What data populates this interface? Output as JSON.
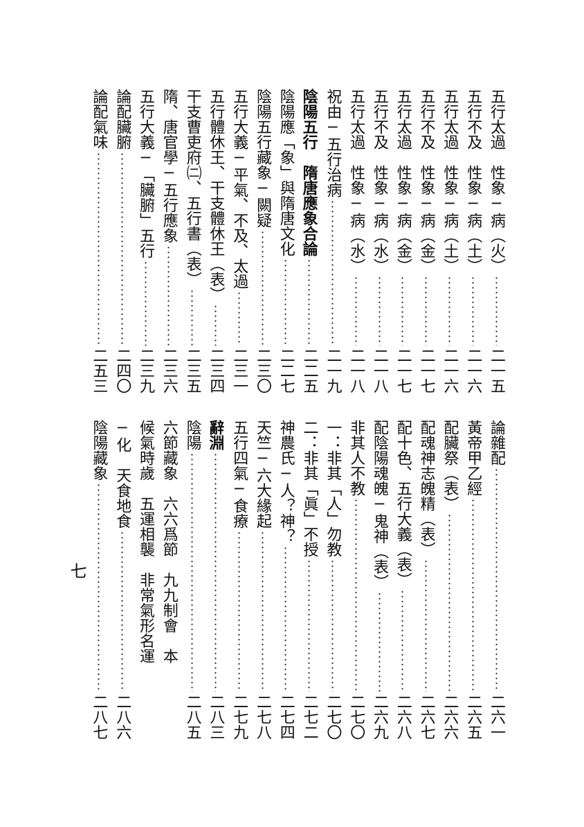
{
  "page_number": "七",
  "upper": [
    {
      "title": "五行太過　性象─病（火）",
      "page": "二一五"
    },
    {
      "title": "五行不及　性象─病（土）",
      "page": "二一六"
    },
    {
      "title": "五行太過　性象─病（土）",
      "page": "二一六"
    },
    {
      "title": "五行不及　性象─病（金）",
      "page": "二一七"
    },
    {
      "title": "五行太過　性象─病（金）",
      "page": "二一七"
    },
    {
      "title": "五行不及　性象─病（水）",
      "page": "二一八"
    },
    {
      "title": "五行太過　性象─病（水）",
      "page": "二一八"
    },
    {
      "title": "祝由─五行治病",
      "page": "二一九"
    },
    {
      "title": "陰陽五行　隋唐應象合論",
      "page": "二二五",
      "bold": true
    },
    {
      "title": "陰陽應「象」與隋唐文化",
      "page": "二二七"
    },
    {
      "title": "陰陽五行藏象─闕疑",
      "page": "二三〇"
    },
    {
      "title": "五行大義─平氣、不及、太過",
      "page": "二三一"
    },
    {
      "title": "五行體休王、干支體休王（表）",
      "page": "二三四"
    },
    {
      "title": "干支曹吏府㈡、五行書（表）",
      "page": "二三五"
    },
    {
      "title": "隋、唐官學─五行應象",
      "page": "二三六"
    },
    {
      "title": "五行大義─「臟腑」五行",
      "page": "二三九"
    },
    {
      "title": "論配臟腑",
      "page": "二四〇"
    },
    {
      "title": "論配氣味",
      "page": "二五三"
    }
  ],
  "lower": [
    {
      "title": "論雜配",
      "page": "二六一"
    },
    {
      "title": "黃帝甲乙經",
      "page": "二六五"
    },
    {
      "title": "配臟祭（表）",
      "page": "二六六"
    },
    {
      "title": "配魂神志魄精（表）",
      "page": "二六七"
    },
    {
      "title": "配十色、五行大義（表）",
      "page": "二六八"
    },
    {
      "title": "配陰陽魂魄─鬼神（表）",
      "page": "二六九"
    },
    {
      "title": "非其人不教",
      "page": "二七〇"
    },
    {
      "title": "一：非其「人」勿教",
      "page": "二七〇"
    },
    {
      "title": "二：非其「眞」不授",
      "page": "二七二"
    },
    {
      "title": "神農氏─人？神？",
      "page": "二七四"
    },
    {
      "title": "天竺─六大緣起",
      "page": "二七八"
    },
    {
      "title": "五行四氣─食療",
      "page": "二七九"
    },
    {
      "title": "辭淵",
      "page": "二八三",
      "bold": true
    },
    {
      "title": "陰陽",
      "page": "二八五"
    },
    {
      "title": "六節藏象　六六爲節　九九制會　本",
      "page": ""
    },
    {
      "title": "候氣時歲　五運相襲　非常氣形名運",
      "page": ""
    },
    {
      "title": "─化　天食地食",
      "page": "二八六"
    },
    {
      "title": "陰陽藏象",
      "page": "二八七"
    }
  ]
}
